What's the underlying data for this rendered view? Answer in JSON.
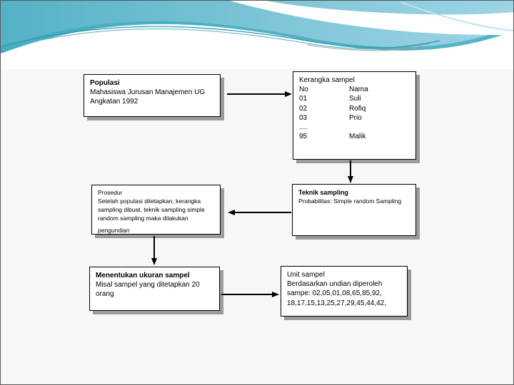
{
  "slide": {
    "kind": "flowchart-slide",
    "colors": {
      "wave_teal_dark": "#3fa9bf",
      "wave_teal": "#58b3c7",
      "wave_blue_light": "#9dd4e6",
      "accent_line": "#2b98ae",
      "box_border": "#000000",
      "box_shadow": "#9b9b9b",
      "slide_bg": "#f7f7f5",
      "arrow": "#000000"
    },
    "boxes": {
      "populasi": {
        "title": "Populasi",
        "lines": [
          "Mahasiswa Jurusan Manajemen UG",
          "Angkatan 1992"
        ]
      },
      "kerangka": {
        "title": "Kerangka sampel",
        "table": {
          "rows": [
            [
              "No",
              "Nama"
            ],
            [
              "01",
              "Suli"
            ],
            [
              "02",
              "Rofiq"
            ],
            [
              "03",
              "Prio"
            ],
            [
              "....",
              ""
            ],
            [
              "95",
              "Malik"
            ]
          ]
        }
      },
      "prosedur": {
        "title": "Prosedur",
        "lines": [
          "Setelah populasi ditetapkan, kerangka",
          "sampling dibuat, teknik sampling simple",
          "random sampling maka dilakukan"
        ],
        "footer": "pengundian"
      },
      "teknik": {
        "title": "Teknik sampling",
        "body": "Probabilitas: Simple random Sampling"
      },
      "ukuran": {
        "title": "Menentukan ukuran sampel",
        "lines": [
          "Misal sampel yang ditetapkan 20",
          "orang"
        ]
      },
      "unit": {
        "title": "Unit sampel",
        "lines": [
          "Berdasarkan undian diperoleh",
          "sampe: 02,05,01,08,65,85,92,",
          "18,17,15,13,25,27,29,45,44,42,"
        ]
      }
    },
    "connections": [
      {
        "from": "populasi",
        "to": "kerangka",
        "direction": "right"
      },
      {
        "from": "kerangka",
        "to": "teknik",
        "direction": "down"
      },
      {
        "from": "teknik",
        "to": "prosedur",
        "direction": "left"
      },
      {
        "from": "prosedur",
        "to": "ukuran",
        "direction": "down"
      },
      {
        "from": "ukuran",
        "to": "unit",
        "direction": "right"
      }
    ]
  }
}
